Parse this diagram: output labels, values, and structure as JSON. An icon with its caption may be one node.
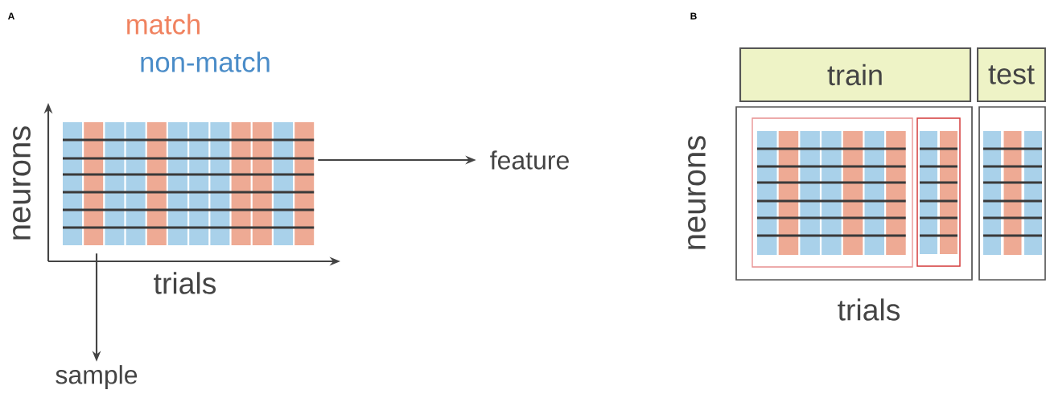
{
  "diagram": {
    "nodes": [
      {
        "text": [],
        "shape": "box"
      },
      {
        "text": [
          "feature"
        ]
      },
      {
        "text": [
          "sample"
        ]
      },
      {
        "text": [
          "train"
        ]
      },
      {
        "text": [
          "test"
        ]
      },
      {
        "text": [],
        "shape": "box"
      },
      {
        "text": [],
        "shape": "box",
        "in": 5
      },
      {
        "text": [],
        "shape": "box",
        "in": 5
      },
      {
        "text": [],
        "shape": "box"
      }
    ],
    "edges": [
      {
        "from": 0,
        "to": 1,
        "arrow": "to"
      },
      {
        "from": 0,
        "to": 2,
        "arrow": "to"
      }
    ],
    "labels": [
      "A",
      "match",
      "non-match",
      "neurons",
      "trials",
      "B",
      "neurons",
      "trials"
    ]
  }
}
